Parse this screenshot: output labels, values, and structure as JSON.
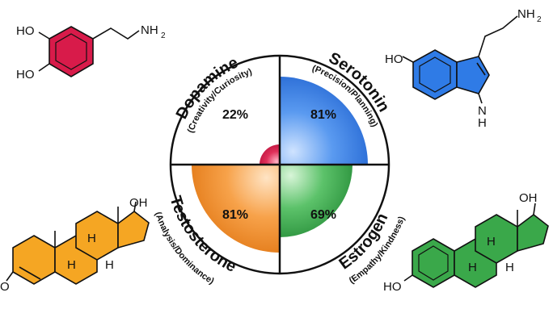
{
  "quadrants": [
    {
      "name": "Dopamine",
      "subtitle": "(Creativity/Curiosity)",
      "percent_label": "22%",
      "value": 22,
      "color": "#d81b4a"
    },
    {
      "name": "Serotonin",
      "subtitle": "(Precision/Planning)",
      "percent_label": "81%",
      "value": 81,
      "color": "#2f7be6"
    },
    {
      "name": "Estrogen",
      "subtitle": "(Empathy/Kindness)",
      "percent_label": "69%",
      "value": 69,
      "color": "#2e9e44"
    },
    {
      "name": "Testosterone",
      "subtitle": "(Analysis/Dominance)",
      "percent_label": "81%",
      "value": 81,
      "color": "#f08a1c"
    }
  ],
  "molecules": {
    "dopamine": {
      "groups": [
        "HO",
        "HO",
        "NH",
        "2"
      ],
      "color": "#d81b4a"
    },
    "serotonin": {
      "groups": [
        "HO",
        "NH",
        "2",
        "N",
        "H"
      ],
      "color": "#2f7be6"
    },
    "testosterone": {
      "groups": [
        "OH",
        "O",
        "H",
        "H",
        "H"
      ],
      "color": "#f5a623"
    },
    "estrogen": {
      "groups": [
        "OH",
        "HO",
        "H",
        "H",
        "H"
      ],
      "color": "#3aa84a"
    }
  }
}
